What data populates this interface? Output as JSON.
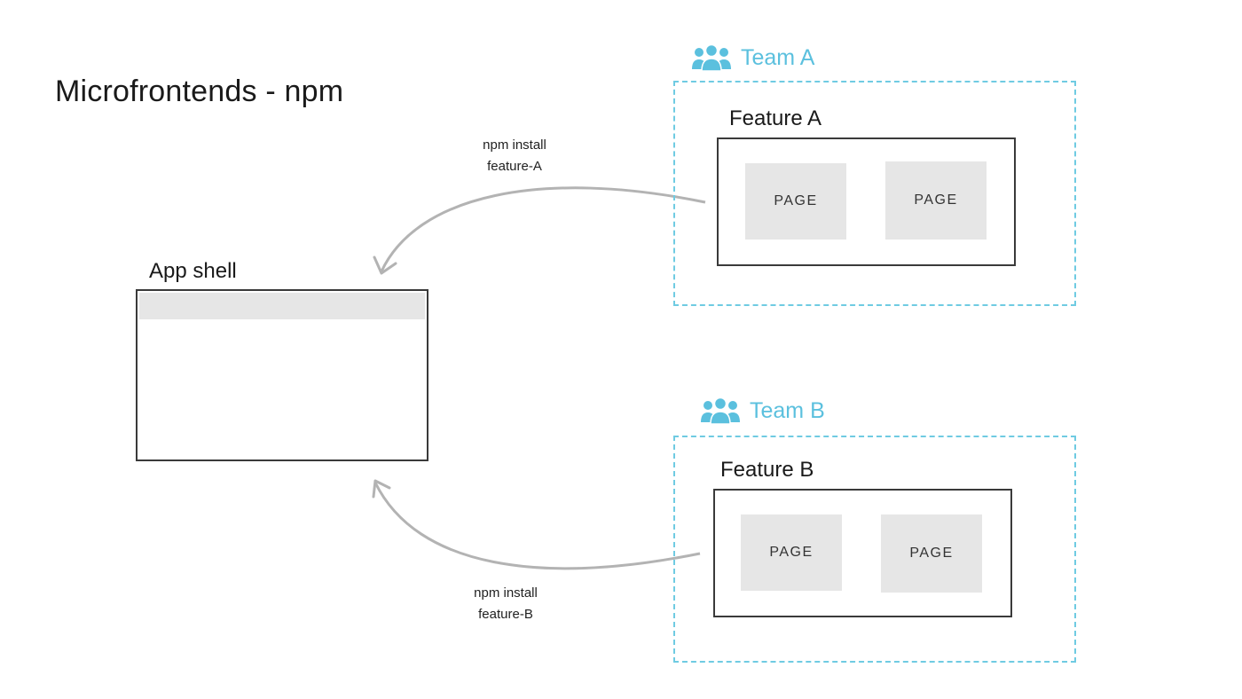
{
  "title": "Microfrontends - npm",
  "app_shell": {
    "label": "App shell"
  },
  "teams": [
    {
      "label": "Team A",
      "feature": {
        "label": "Feature A",
        "pages": [
          "PAGE",
          "PAGE"
        ]
      },
      "install_note": [
        "npm install",
        "feature-A"
      ]
    },
    {
      "label": "Team B",
      "feature": {
        "label": "Feature B",
        "pages": [
          "PAGE",
          "PAGE"
        ]
      },
      "install_note": [
        "npm install",
        "feature-B"
      ]
    }
  ],
  "colors": {
    "team_accent": "#5bc0de",
    "box_border": "#3a3a3a",
    "page_fill": "#e6e6e6",
    "arrow": "#b3b3b3"
  }
}
